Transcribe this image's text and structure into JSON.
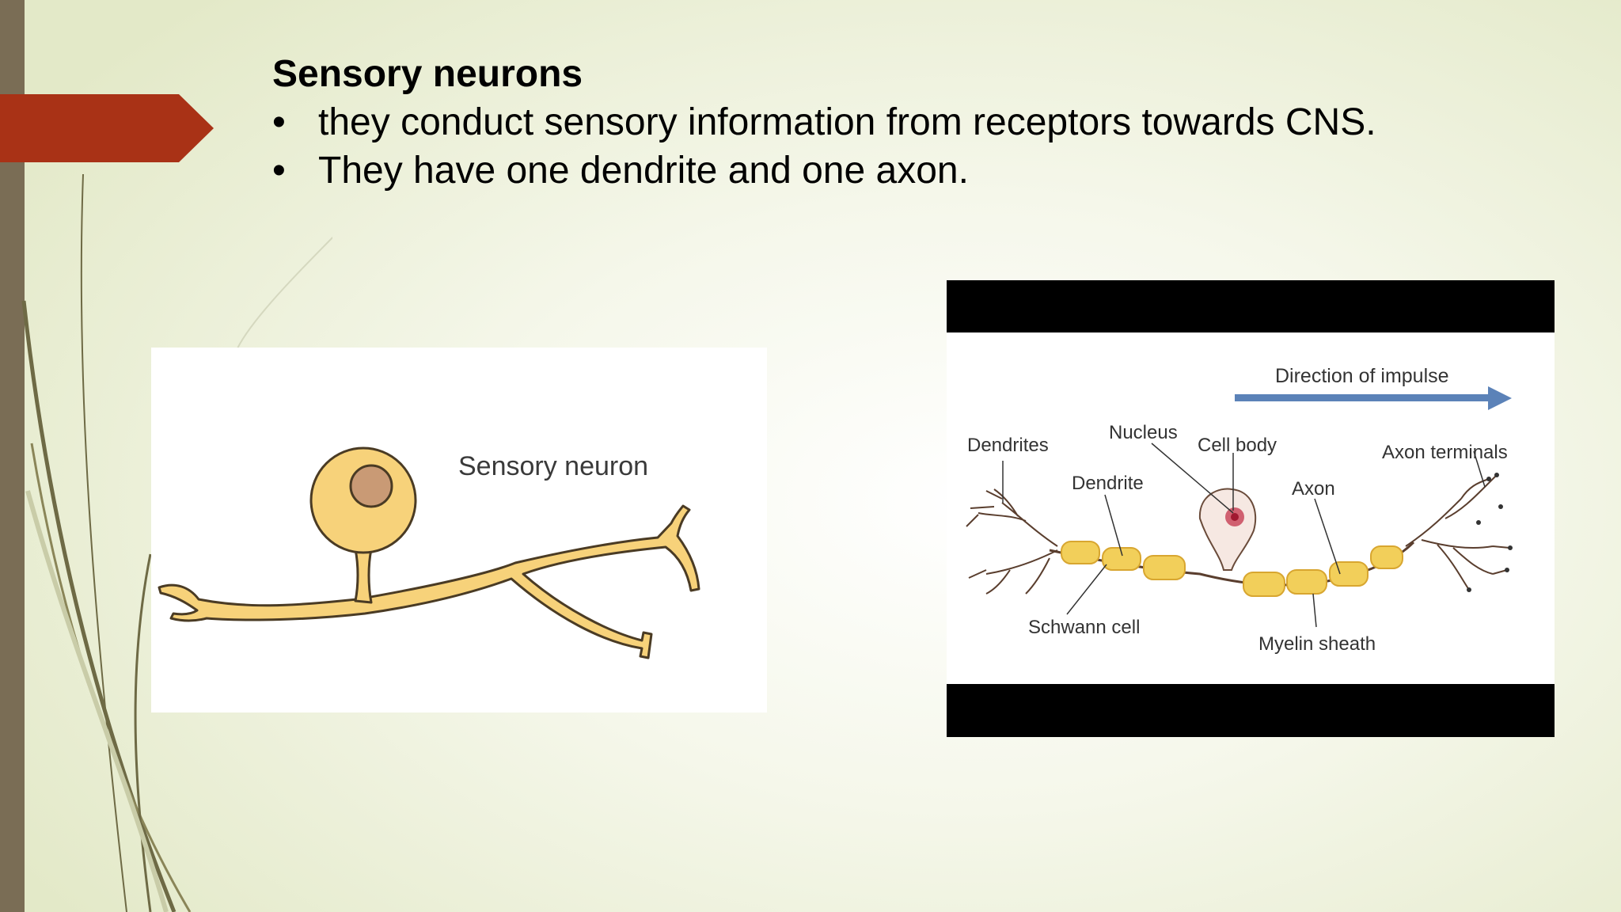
{
  "slide": {
    "title": "Sensory neurons",
    "bullets": [
      "they conduct sensory information from receptors towards CNS.",
      "They have one dendrite and one axon."
    ],
    "bullet_symbol": "•"
  },
  "figure_left": {
    "label": "Sensory neuron"
  },
  "figure_right": {
    "direction_label": "Direction of impulse",
    "labels": {
      "dendrites": "Dendrites",
      "nucleus": "Nucleus",
      "cell_body": "Cell body",
      "axon_terminals": "Axon terminals",
      "dendrite": "Dendrite",
      "axon": "Axon",
      "schwann_cell": "Schwann cell",
      "myelin_sheath": "Myelin sheath"
    }
  },
  "colors": {
    "accent_red": "#a93216",
    "left_bar": "#7a6d55",
    "neuron_fill": "#f7d27a",
    "arrow_blue": "#5b82b8"
  }
}
